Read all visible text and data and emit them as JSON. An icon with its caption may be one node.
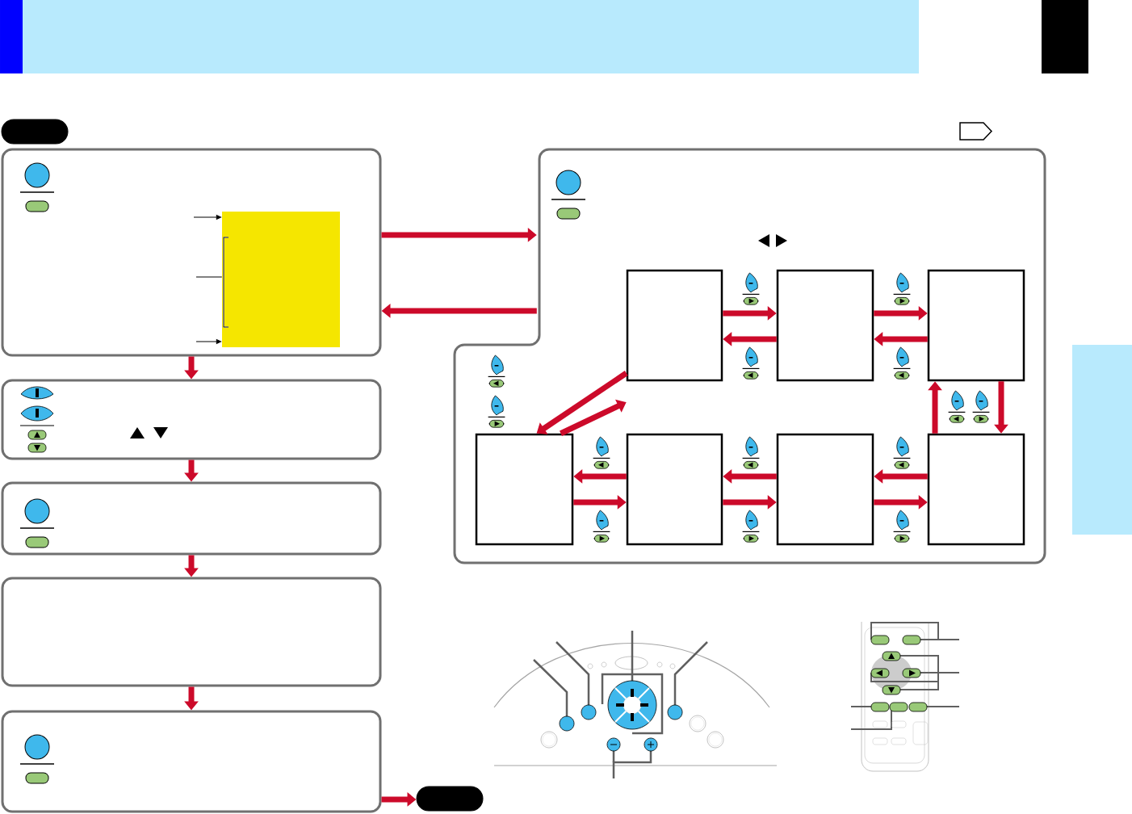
{
  "diagram": {
    "nodes": [
      {
        "text": [],
        "shape": "box"
      },
      {
        "text": [],
        "shape": "box"
      },
      {
        "text": [],
        "shape": "box",
        "in": 1
      },
      {
        "text": [],
        "shape": "box"
      },
      {
        "text": [],
        "shape": "box",
        "in": 3
      },
      {
        "text": [],
        "shape": "box",
        "in": 3
      },
      {
        "text": [],
        "shape": "box",
        "in": 3
      },
      {
        "text": [],
        "shape": "box",
        "in": 3
      },
      {
        "text": [],
        "shape": "box",
        "in": 3
      },
      {
        "text": [],
        "shape": "box",
        "in": 3
      },
      {
        "text": [],
        "shape": "box",
        "in": 3
      },
      {
        "text": [],
        "shape": "box"
      },
      {
        "text": [],
        "shape": "box"
      },
      {
        "text": [],
        "shape": "box"
      },
      {
        "text": [],
        "shape": "box"
      },
      {
        "text": [],
        "shape": "box"
      }
    ],
    "edges": [
      {
        "from": 1,
        "to": 3,
        "arrow": "to"
      },
      {
        "from": 3,
        "to": 1,
        "arrow": "to"
      },
      {
        "from": 4,
        "to": 5,
        "arrow": "to"
      },
      {
        "from": 5,
        "to": 4,
        "arrow": "to"
      },
      {
        "from": 5,
        "to": 6,
        "arrow": "to"
      },
      {
        "from": 6,
        "to": 5,
        "arrow": "to"
      },
      {
        "from": 6,
        "to": 10,
        "arrow": "to"
      },
      {
        "from": 10,
        "to": 6,
        "arrow": "to"
      },
      {
        "from": 10,
        "to": 9,
        "arrow": "to"
      },
      {
        "from": 9,
        "to": 10,
        "arrow": "to"
      },
      {
        "from": 9,
        "to": 8,
        "arrow": "to"
      },
      {
        "from": 8,
        "to": 9,
        "arrow": "to"
      },
      {
        "from": 8,
        "to": 7,
        "arrow": "to"
      },
      {
        "from": 7,
        "to": 8,
        "arrow": "to"
      },
      {
        "from": 7,
        "to": 4,
        "arrow": "to"
      },
      {
        "from": 4,
        "to": 7,
        "arrow": "to"
      },
      {
        "from": 1,
        "to": 11,
        "arrow": "to"
      },
      {
        "from": 11,
        "to": 12,
        "arrow": "to"
      },
      {
        "from": 12,
        "to": 13,
        "arrow": "to"
      },
      {
        "from": 13,
        "to": 14,
        "arrow": "to"
      },
      {
        "from": 14,
        "to": 15,
        "arrow": "to"
      },
      {
        "from": null,
        "to": 2,
        "arrow": "to",
        "color": "#000000"
      },
      {
        "from": null,
        "to": 2,
        "arrow": "none",
        "color": "#000000"
      },
      {
        "from": null,
        "to": 2,
        "arrow": "to",
        "color": "#000000"
      }
    ]
  }
}
